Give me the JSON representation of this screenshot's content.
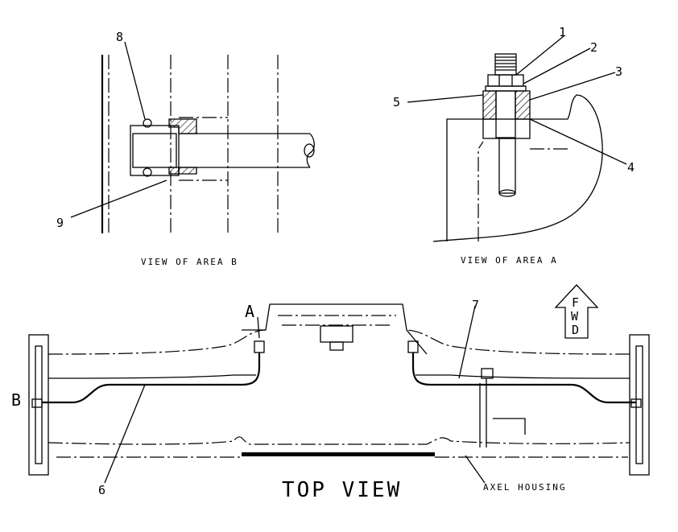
{
  "callouts": {
    "c1": "1",
    "c2": "2",
    "c3": "3",
    "c4": "4",
    "c5": "5",
    "c6": "6",
    "c7": "7",
    "c8": "8",
    "c9": "9"
  },
  "captions": {
    "view_b": "VIEW OF AREA B",
    "view_a": "VIEW OF AREA A",
    "top_view": "TOP VIEW",
    "axel_housing": "AXEL HOUSING"
  },
  "area_labels": {
    "a": "A",
    "b": "B"
  },
  "fwd_arrow": {
    "letters": [
      "F",
      "W",
      "D"
    ]
  }
}
